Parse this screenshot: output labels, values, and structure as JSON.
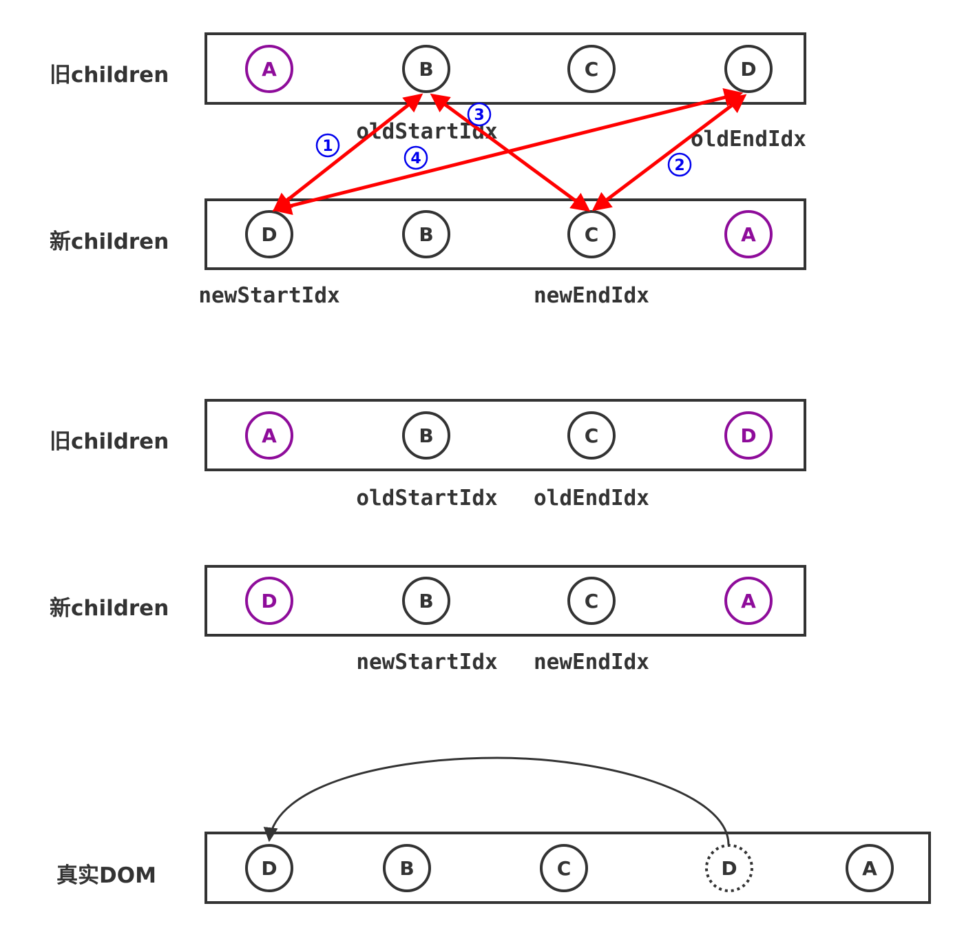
{
  "colors": {
    "stroke": "#333333",
    "highlight": "#8e0c9a",
    "arrow": "#ff0000",
    "step": "#0000ee",
    "background": "#ffffff"
  },
  "section1": {
    "old_label": "旧children",
    "new_label": "新children",
    "old_nodes": [
      {
        "letter": "A",
        "highlight": true
      },
      {
        "letter": "B",
        "highlight": false
      },
      {
        "letter": "C",
        "highlight": false
      },
      {
        "letter": "D",
        "highlight": false
      }
    ],
    "new_nodes": [
      {
        "letter": "D",
        "highlight": false
      },
      {
        "letter": "B",
        "highlight": false
      },
      {
        "letter": "C",
        "highlight": false
      },
      {
        "letter": "A",
        "highlight": true
      }
    ],
    "old_start_label": "oldStartIdx",
    "old_end_label": "oldEndIdx",
    "new_start_label": "newStartIdx",
    "new_end_label": "newEndIdx",
    "steps": [
      "①",
      "②",
      "③",
      "④"
    ]
  },
  "section2": {
    "old_label": "旧children",
    "new_label": "新children",
    "old_nodes": [
      {
        "letter": "A",
        "highlight": true
      },
      {
        "letter": "B",
        "highlight": false
      },
      {
        "letter": "C",
        "highlight": false
      },
      {
        "letter": "D",
        "highlight": true
      }
    ],
    "new_nodes": [
      {
        "letter": "D",
        "highlight": true
      },
      {
        "letter": "B",
        "highlight": false
      },
      {
        "letter": "C",
        "highlight": false
      },
      {
        "letter": "A",
        "highlight": true
      }
    ],
    "old_start_label": "oldStartIdx",
    "old_end_label": "oldEndIdx",
    "new_start_label": "newStartIdx",
    "new_end_label": "newEndIdx"
  },
  "real_dom": {
    "label": "真实DOM",
    "nodes": [
      {
        "letter": "D",
        "dashed": false
      },
      {
        "letter": "B",
        "dashed": false
      },
      {
        "letter": "C",
        "dashed": false
      },
      {
        "letter": "D",
        "dashed": true
      },
      {
        "letter": "A",
        "dashed": false
      }
    ]
  }
}
